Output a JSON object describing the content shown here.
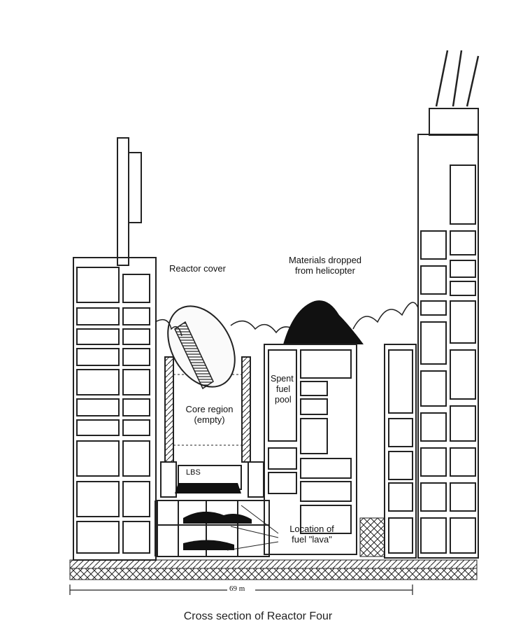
{
  "diagram": {
    "labels": {
      "reactor_cover": "Reactor cover",
      "materials_line1": "Materials dropped",
      "materials_line2": "from helicopter",
      "core_line1": "Core region",
      "core_line2": "(empty)",
      "spent_line1": "Spent",
      "spent_line2": "fuel",
      "spent_line3": "pool",
      "lbs": "LBS",
      "lava_line1": "Location of",
      "lava_line2": "fuel \"lava\""
    },
    "scale": "69 m"
  },
  "caption": "Cross section of Reactor Four"
}
